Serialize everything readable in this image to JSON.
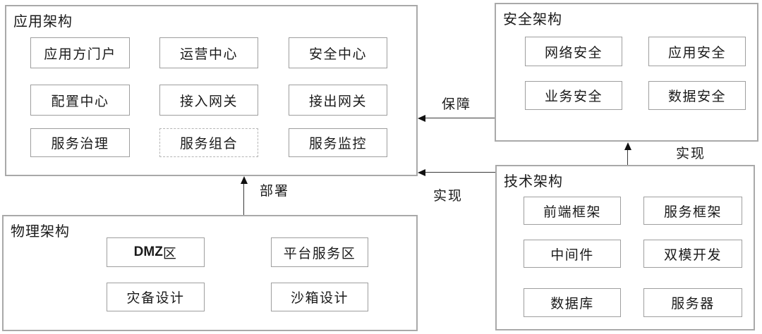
{
  "diagram": {
    "panels": [
      {
        "title": "应用架构",
        "items": [
          {
            "label": "应用方门户"
          },
          {
            "label": "运营中心"
          },
          {
            "label": "安全中心"
          },
          {
            "label": "配置中心"
          },
          {
            "label": "接入网关"
          },
          {
            "label": "接出网关"
          },
          {
            "label": "服务治理"
          },
          {
            "label": "服务组合",
            "border": "dashed"
          },
          {
            "label": "服务监控"
          }
        ]
      },
      {
        "title": "安全架构",
        "items": [
          {
            "label": "网络安全"
          },
          {
            "label": "应用安全"
          },
          {
            "label": "业务安全"
          },
          {
            "label": "数据安全"
          }
        ]
      },
      {
        "title": "技术架构",
        "items": [
          {
            "label": "前端框架"
          },
          {
            "label": "服务框架"
          },
          {
            "label": "中间件"
          },
          {
            "label": "双模开发"
          },
          {
            "label": "数据库"
          },
          {
            "label": "服务器"
          }
        ]
      },
      {
        "title": "物理架构",
        "items": [
          {
            "label_en": "DMZ",
            "label_zh": "区"
          },
          {
            "label": "平台服务区"
          },
          {
            "label": "灾备设计"
          },
          {
            "label": "沙箱设计"
          }
        ]
      }
    ],
    "arrows": [
      {
        "label": "保障",
        "direction": "left",
        "from": "安全架构",
        "to": "应用架构"
      },
      {
        "label": "实现",
        "direction": "left",
        "from": "技术架构",
        "to": "应用架构"
      },
      {
        "label": "实现",
        "direction": "up",
        "from": "技术架构",
        "to": "安全架构"
      },
      {
        "label": "部署",
        "direction": "up",
        "from": "物理架构",
        "to": "应用架构"
      }
    ]
  },
  "colors": {
    "background": "#ffffff",
    "panel_border": "#a9a9a9",
    "box_border": "#9e9e9e",
    "dashed_box_border": "#b5b5b5",
    "text": "#1a1a1a",
    "arrow": "#1a1a1a"
  }
}
